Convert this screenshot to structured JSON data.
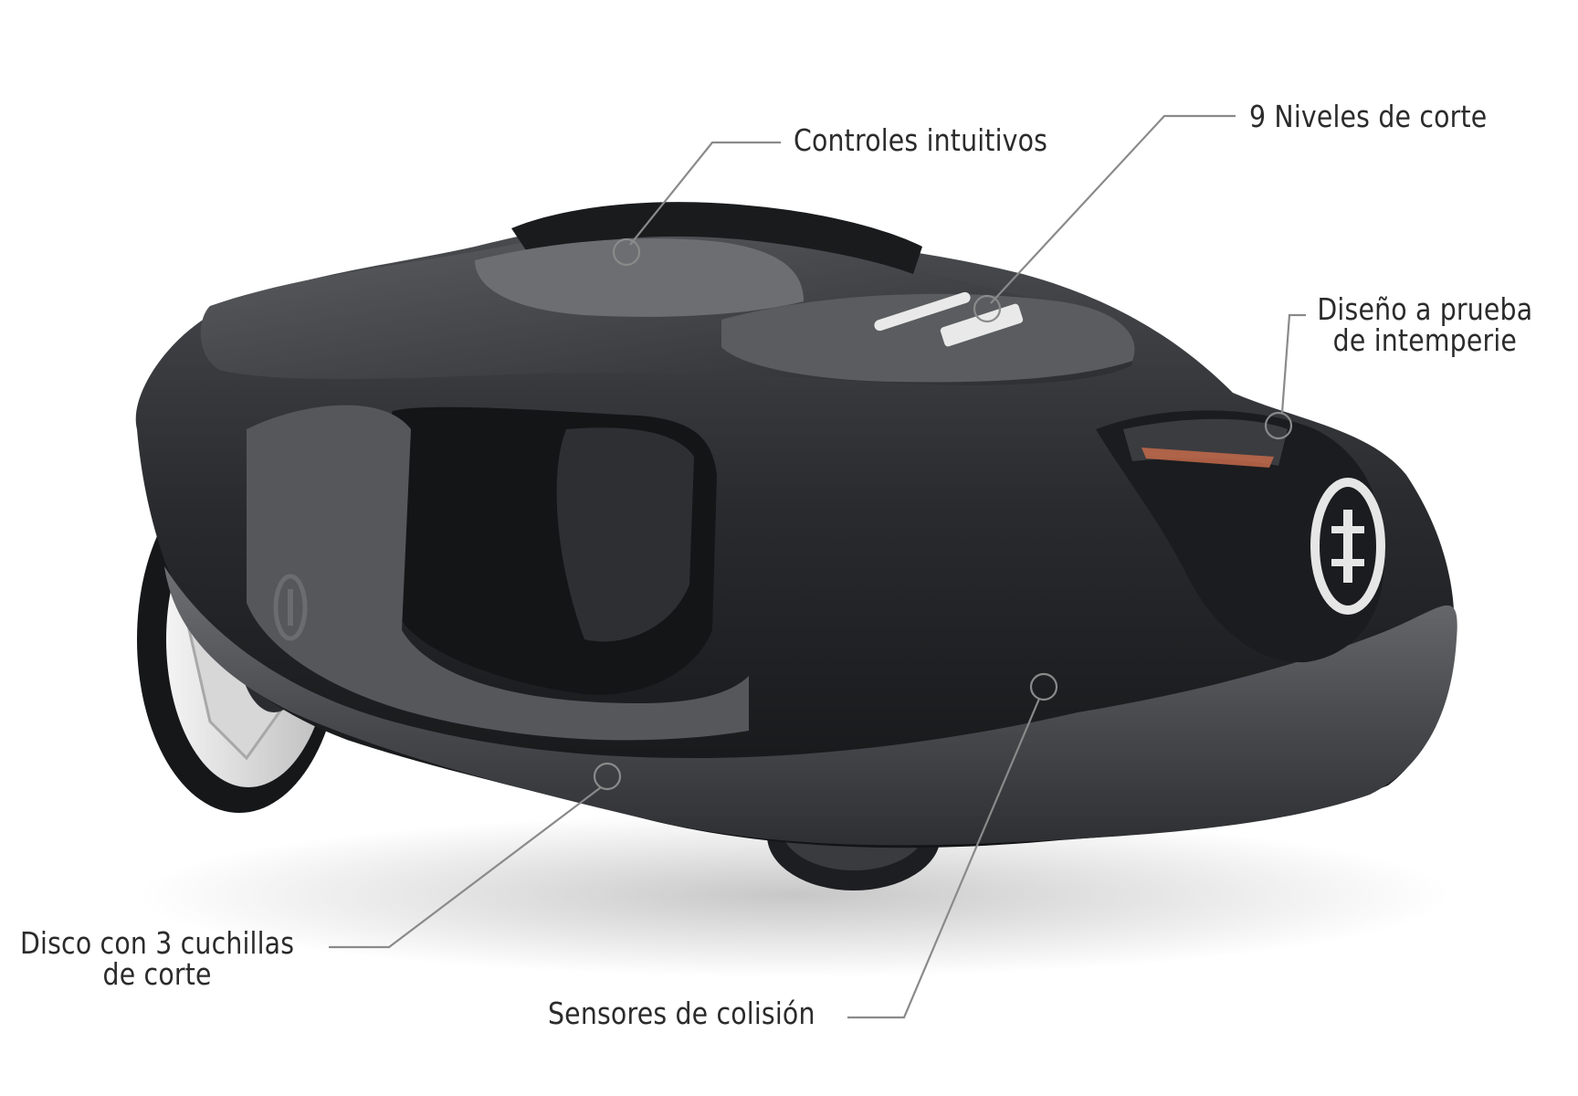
{
  "callouts": {
    "controles": "Controles intuitivos",
    "niveles": "9 Niveles de corte",
    "diseno_line1": "Diseño a prueba",
    "diseno_line2": "de intemperie",
    "disco_line1": "Disco con 3 cuchillas",
    "disco_line2": "de corte",
    "sensores": "Sensores de colisión"
  },
  "colors": {
    "background": "#ffffff",
    "leader_line": "#8a8a8a",
    "label_text": "#2b2b2b",
    "body_dark": "#1c1d20",
    "bumper_gray": "#4a4c50",
    "wheel_white": "#e8e8e8"
  },
  "icons": {
    "brand_logo": "husqvarna-crown-logo-icon"
  }
}
